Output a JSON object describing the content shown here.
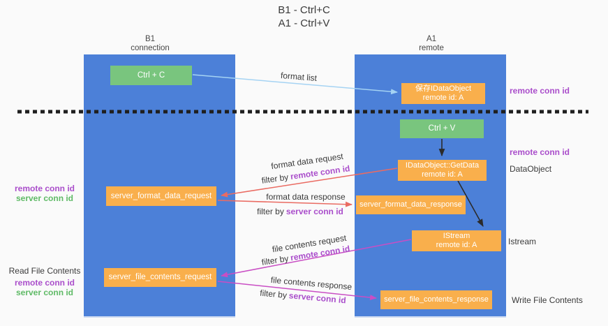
{
  "title": {
    "line1": "B1 - Ctrl+C",
    "line2": "A1 - Ctrl+V"
  },
  "columns": {
    "left": {
      "name": "B1",
      "sub": "connection"
    },
    "right": {
      "name": "A1",
      "sub": "remote"
    }
  },
  "boxes": {
    "ctrl_c": "Ctrl + C",
    "ctrl_v": "Ctrl + V",
    "save_idataobject": {
      "title": "保存IDataObject",
      "sub": "remote id: A"
    },
    "getdata": {
      "title": "IDataObject::GetData",
      "sub": "remote id: A"
    },
    "istream": {
      "title": "IStream",
      "sub": "remote id: A"
    },
    "server_format_data_request": "server_format_data_request",
    "server_format_data_response": "server_format_data_response",
    "server_file_contents_request": "server_file_contents_request",
    "server_file_contents_response": "server_file_contents_response"
  },
  "arrow_labels": {
    "format_list": "format list",
    "format_data_request": "format data request",
    "format_data_response": "format data response",
    "file_contents_request": "file contents request",
    "file_contents_response": "file contents response",
    "filter_by": "filter by",
    "remote_conn_id": "remote conn id",
    "server_conn_id": "server conn id"
  },
  "side_labels": {
    "remote_conn_id_top": "remote conn id",
    "remote_conn_id_mid": "remote conn id",
    "dataobject": "DataObject",
    "istream": "Istream",
    "write_file_contents": "Write File Contents",
    "read_file_contents": "Read File Contents",
    "left_remote_conn_id_1": "remote conn id",
    "left_server_conn_id_1": "server conn id",
    "left_remote_conn_id_2": "remote conn id",
    "left_server_conn_id_2": "server conn id"
  },
  "colors": {
    "panel_blue": "#4c80d8",
    "box_green": "#79c57e",
    "box_orange": "#f9af4c",
    "label_purple": "#aa4ecb",
    "label_green": "#5fba66",
    "arrow_red": "#ea6b62",
    "arrow_magenta": "#c94ec4",
    "arrow_light_blue": "#a5d3f3",
    "arrow_black": "#2b2b2b"
  }
}
